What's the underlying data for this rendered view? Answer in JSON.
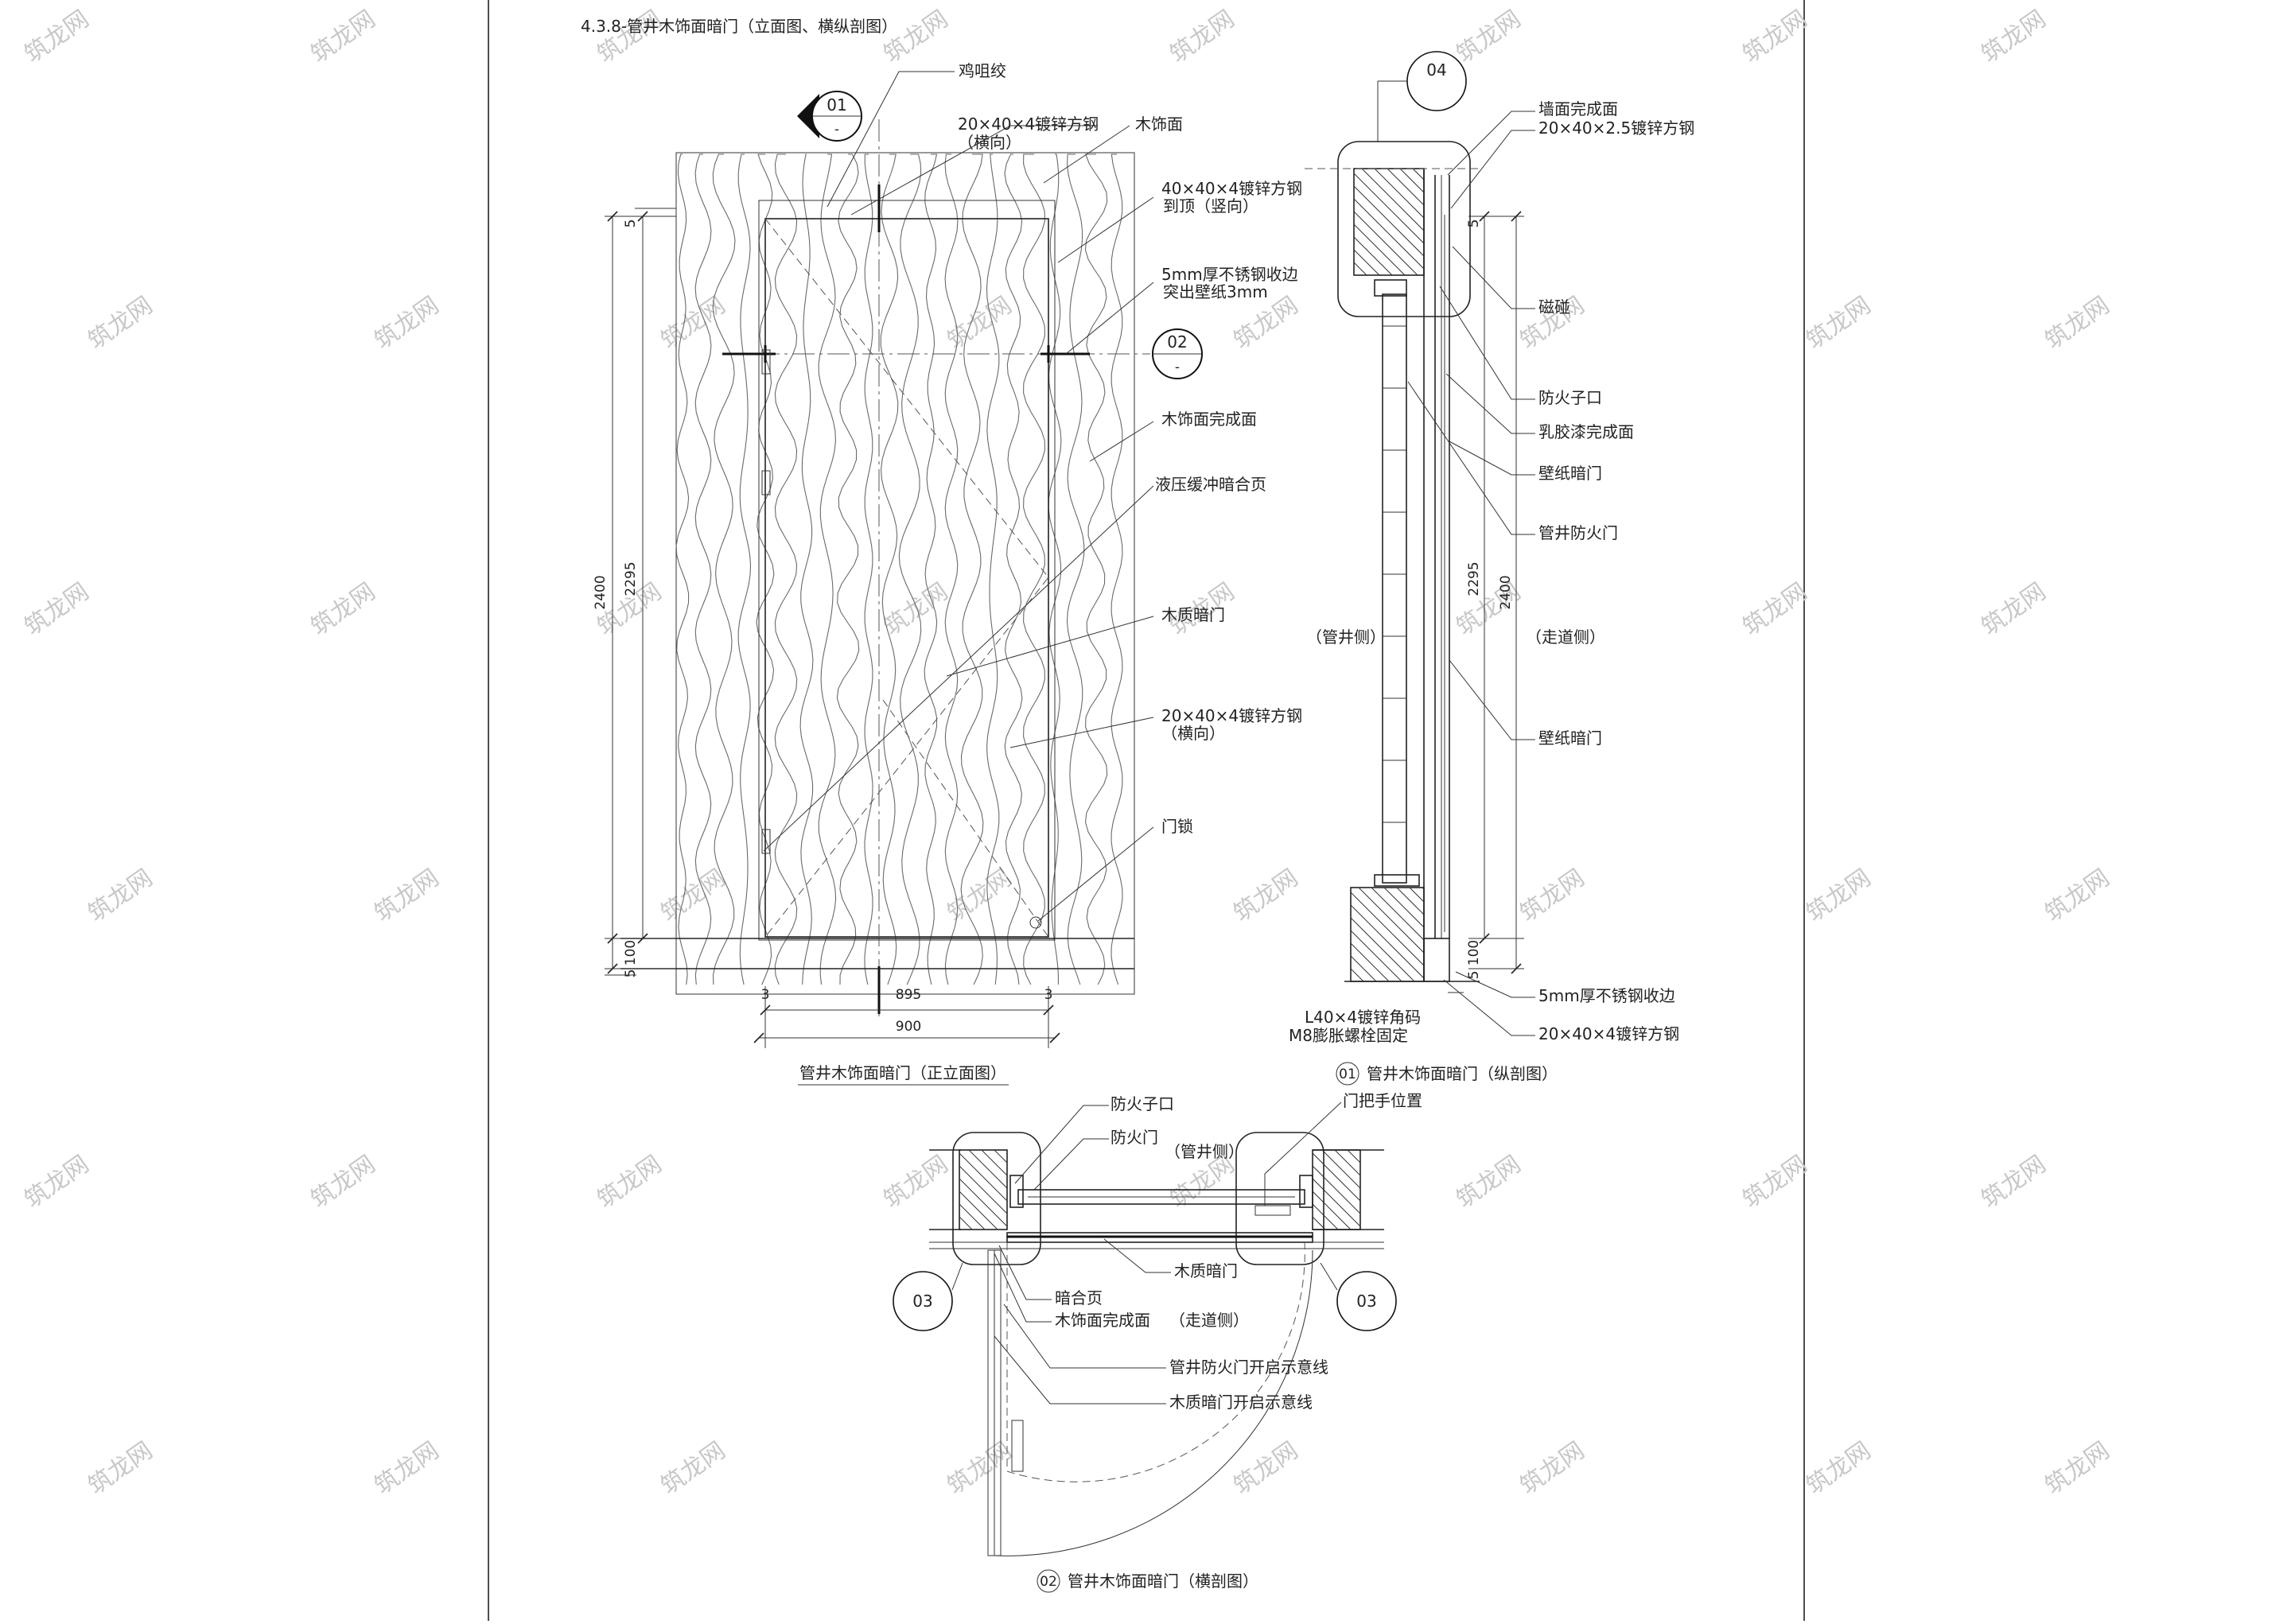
{
  "sheet_title": "4.3.8-管井木饰面暗门（立面图、横纵剖图）",
  "watermark": "筑龙网",
  "elevation": {
    "caption": "管井木饰面暗门（正立面图）",
    "section_marks": [
      {
        "num": "01",
        "sub": "-"
      },
      {
        "num": "02",
        "sub": "-"
      }
    ],
    "callouts": [
      "鸡咀绞",
      "20×40×4镀锌方钢",
      "（横向）",
      "木饰面",
      "40×40×4镀锌方钢",
      "到顶（竖向）",
      "5mm厚不锈钢收边",
      "突出壁纸3mm",
      "木饰面完成面",
      "液压缓冲暗合页",
      "木质暗门",
      "20×40×4镀锌方钢",
      "（横向）",
      "门锁"
    ],
    "dims": {
      "total_height": "2400",
      "door_height": "2295",
      "top_gap": "5",
      "bottom_gap": "100",
      "bottom_gap2": "5",
      "door_width": "895",
      "total_width": "900",
      "side_gap_left": "3",
      "side_gap_right": "3"
    }
  },
  "vertical_section": {
    "caption_num": "01",
    "caption": "管井木饰面暗门（纵剖图）",
    "detail_num": "04",
    "side_left": "（管井侧）",
    "side_right": "（走道侧）",
    "callouts": [
      "墙面完成面",
      "20×40×2.5镀锌方钢",
      "磁碰",
      "防火子口",
      "乳胶漆完成面",
      "壁纸暗门",
      "管井防火门",
      "壁纸暗门",
      "5mm厚不锈钢收边",
      "20×40×4镀锌方钢",
      "L40×4镀锌角码",
      "M8膨胀螺栓固定"
    ],
    "dims": {
      "door_height": "2295",
      "total_height": "2400",
      "bottom": "100",
      "top": "5",
      "bottom2": "5"
    }
  },
  "horizontal_section": {
    "caption_num": "02",
    "caption": "管井木饰面暗门（横剖图）",
    "detail_left": "03",
    "detail_right": "03",
    "callouts": [
      "防火子口",
      "防火门",
      "（管井侧）",
      "门把手位置",
      "木质暗门",
      "暗合页",
      "木饰面完成面",
      "（走道侧）",
      "管井防火门开启示意线",
      "木质暗门开启示意线"
    ]
  }
}
